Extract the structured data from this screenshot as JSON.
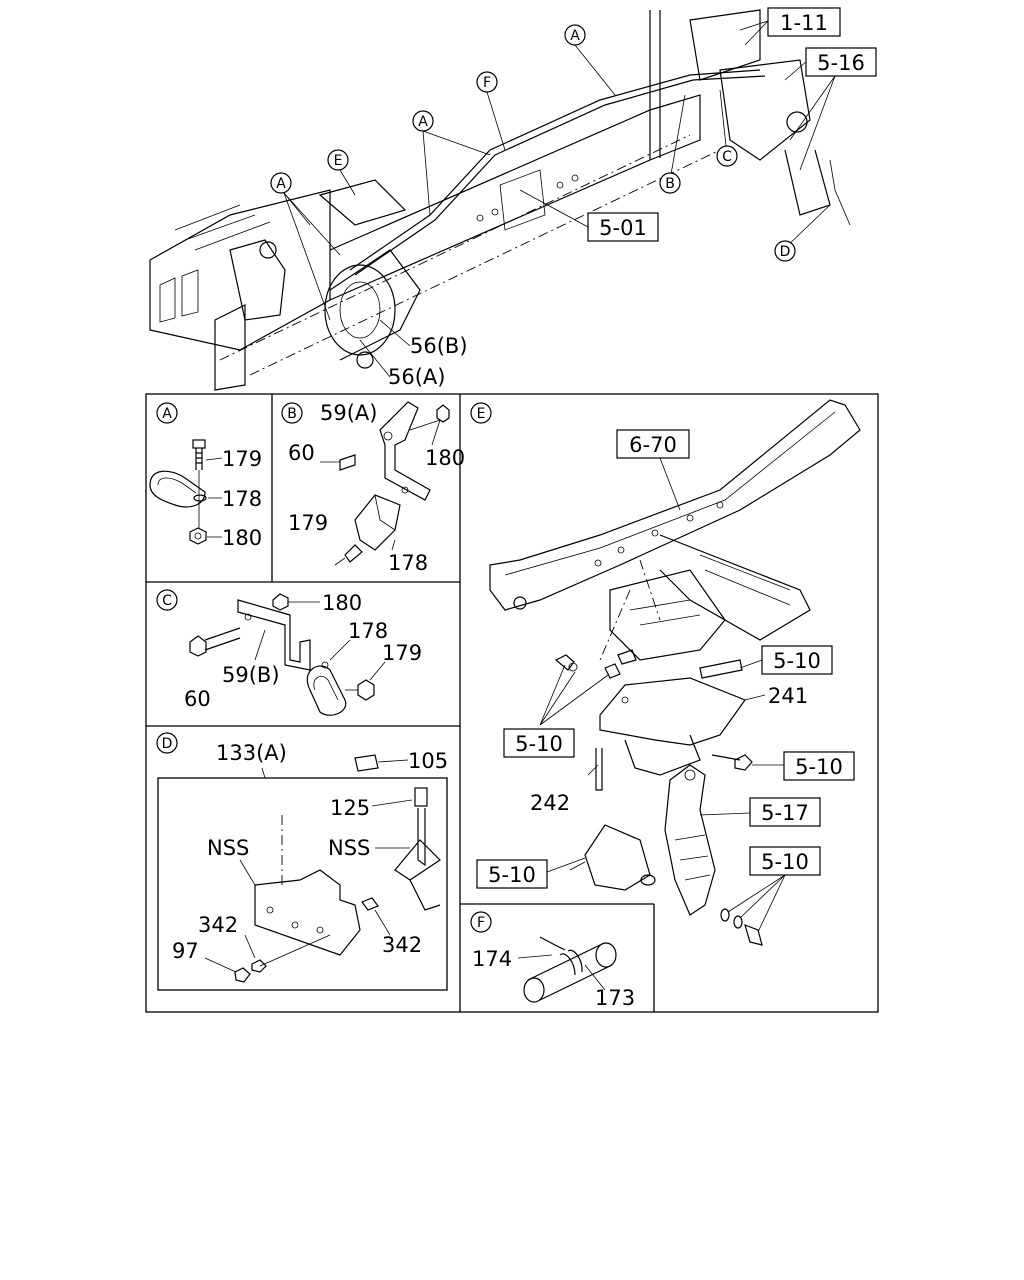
{
  "callouts_main": {
    "a1": "A",
    "a2": "A",
    "a3": "A",
    "b": "B",
    "c": "C",
    "d": "D",
    "e": "E",
    "f": "F"
  },
  "boxed_refs": {
    "r_1_11": "1-11",
    "r_5_16": "5-16",
    "r_5_01": "5-01",
    "r_6_70": "6-70",
    "r_5_10_a": "5-10",
    "r_5_10_b": "5-10",
    "r_5_10_c": "5-10",
    "r_5_10_d": "5-10",
    "r_5_10_e": "5-10",
    "r_5_17": "5-17"
  },
  "main_labels": {
    "l56b": "56(B)",
    "l56a": "56(A)"
  },
  "panel_a": {
    "tag": "A",
    "l179": "179",
    "l178": "178",
    "l180": "180"
  },
  "panel_b": {
    "tag": "B",
    "l59a": "59(A)",
    "l60": "60",
    "l180": "180",
    "l179": "179",
    "l178": "178"
  },
  "panel_c": {
    "tag": "C",
    "l180": "180",
    "l178": "178",
    "l179": "179",
    "l59b": "59(B)",
    "l60": "60"
  },
  "panel_d": {
    "tag": "D",
    "l133a": "133(A)",
    "l105": "105",
    "l125": "125",
    "nss1": "NSS",
    "nss2": "NSS",
    "l342a": "342",
    "l342b": "342",
    "l97": "97"
  },
  "panel_e": {
    "tag": "E",
    "l241": "241",
    "l242": "242"
  },
  "panel_f": {
    "tag": "F",
    "l174": "174",
    "l173": "173"
  }
}
